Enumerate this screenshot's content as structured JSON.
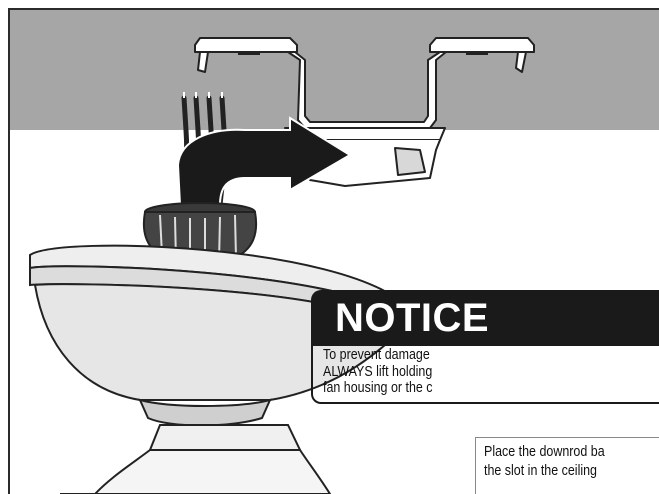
{
  "notice": {
    "title": "NOTICE",
    "lines": [
      "To prevent damage",
      "ALWAYS lift holding",
      "fan housing or the c"
    ]
  },
  "instructions": {
    "lines": [
      "Place the downrod ba",
      "the slot in the ceiling"
    ]
  },
  "colors": {
    "ceiling": "#a6a6a6",
    "notice_bg": "#1a1a1a",
    "line_art": "#222222"
  }
}
